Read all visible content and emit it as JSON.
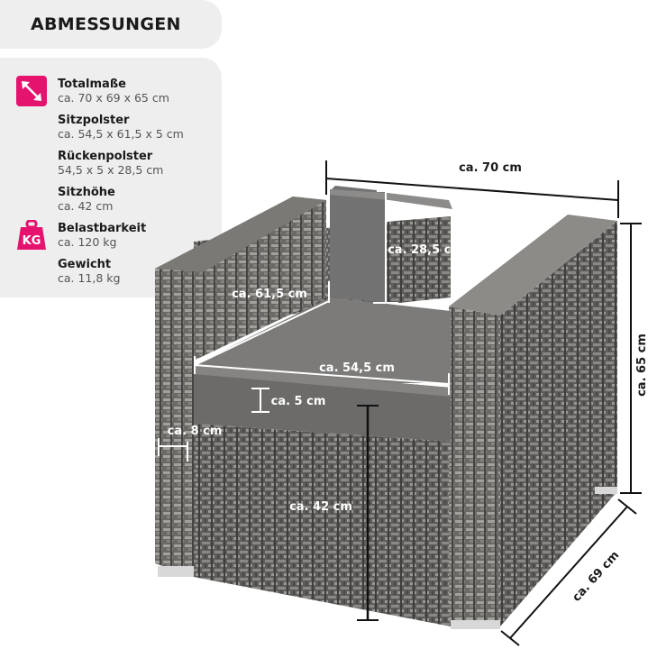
{
  "title": "ABMESSUNGEN",
  "specs": [
    {
      "label": "Totalmaße",
      "value": "ca. 70 x 69 x 65 cm"
    },
    {
      "label": "Sitzpolster",
      "value": "ca. 54,5 x 61,5 x 5 cm"
    },
    {
      "label": "Rückenpolster",
      "value": "54,5 x 5 x 28,5 cm"
    },
    {
      "label": "Sitzhöhe",
      "value": "ca. 42 cm"
    },
    {
      "label": "Belastbarkeit",
      "value": "ca. 120 kg"
    },
    {
      "label": "Gewicht",
      "value": "ca. 11,8 kg"
    }
  ],
  "icons": {
    "dimensions": "diagonal-arrow-icon",
    "weight": "kg-weight-icon",
    "weight_text": "KG"
  },
  "accent_color": "#e5126e",
  "dimensions": {
    "width": "ca. 70 cm",
    "depth": "ca. 69 cm",
    "height": "ca. 65 cm",
    "back_cushion_height": "ca. 28,5 cm",
    "seat_depth": "ca. 61,5 cm",
    "seat_width": "ca. 54,5 cm",
    "seat_thickness": "ca. 5 cm",
    "armrest_width": "ca. 8 cm",
    "seat_height": "ca. 42 cm"
  }
}
